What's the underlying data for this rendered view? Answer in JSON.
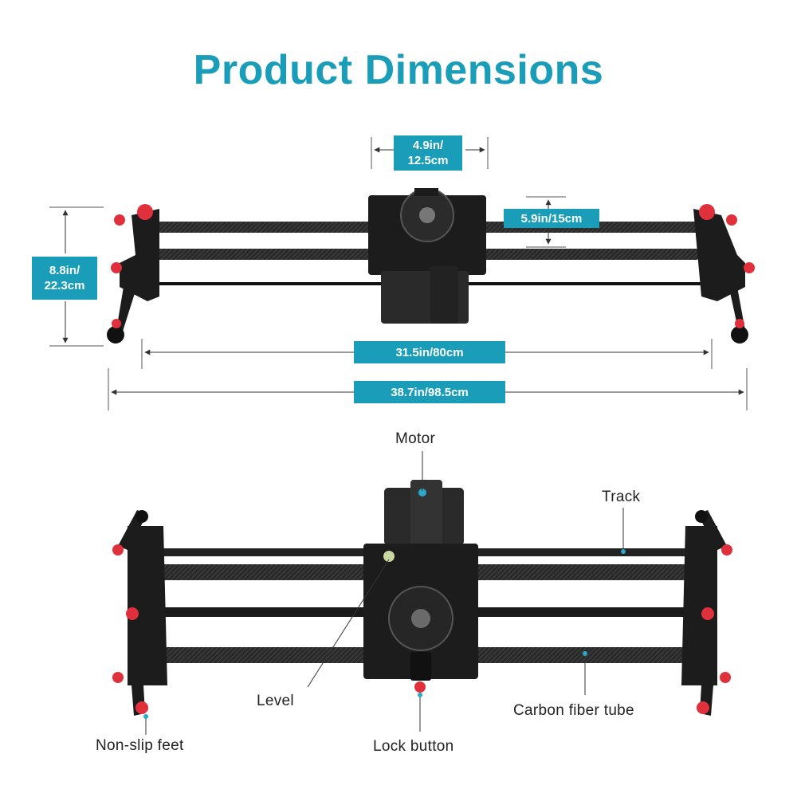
{
  "title": "Product Dimensions",
  "colors": {
    "accent": "#1a9db8",
    "knob": "#e0303c",
    "metal": "#1c1c1c"
  },
  "dimensions": {
    "plate_width": "4.9in/\n12.5cm",
    "plate_depth": "5.9in/15cm",
    "height": "8.8in/\n22.3cm",
    "track_length": "31.5in/80cm",
    "total_length": "38.7in/98.5cm"
  },
  "parts": {
    "motor": "Motor",
    "track": "Track",
    "level": "Level",
    "carbon_fiber_tube": "Carbon fiber tube",
    "non_slip_feet": "Non-slip feet",
    "lock_button": "Lock button"
  }
}
